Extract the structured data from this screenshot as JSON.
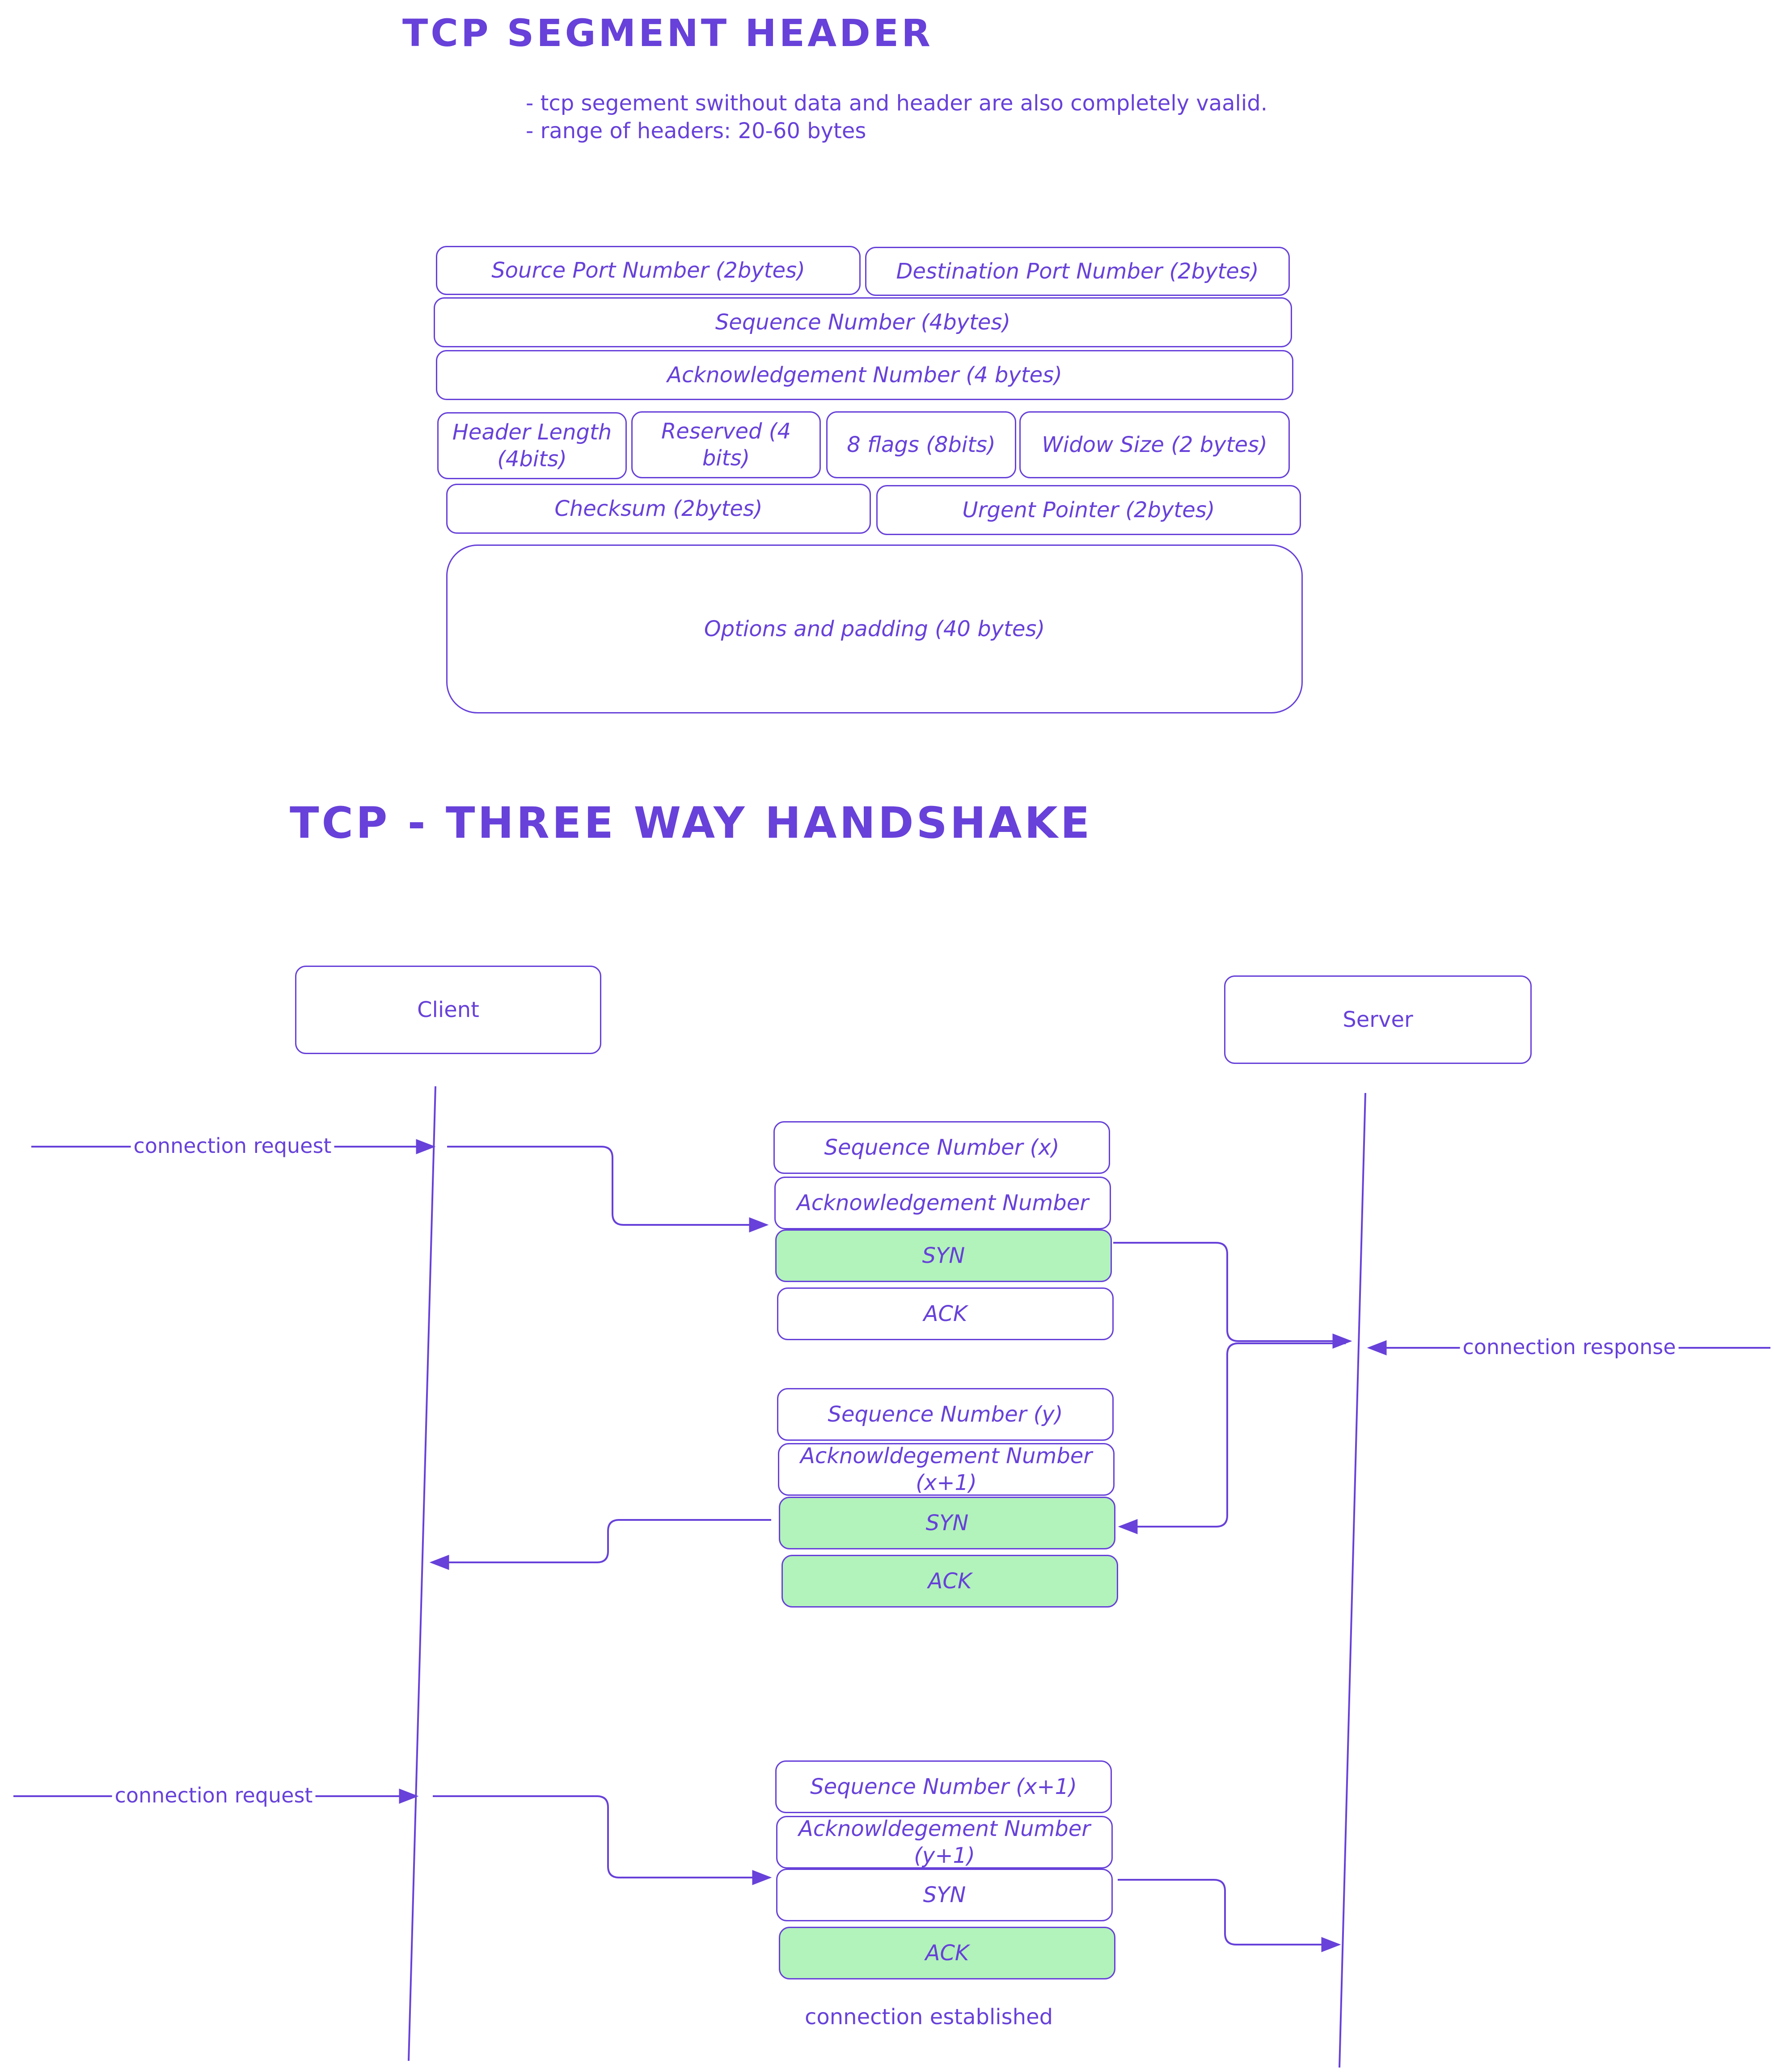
{
  "header_section": {
    "title": "TCP SEGMENT HEADER",
    "notes": [
      "- tcp segement swithout data and header are also completely vaalid.",
      "- range of headers: 20-60 bytes"
    ],
    "fields": {
      "source_port": "Source Port Number (2bytes)",
      "destination_port": "Destination Port Number (2bytes)",
      "sequence_number": "Sequence Number (4bytes)",
      "acknowledgement_number": "Acknowledgement Number (4 bytes)",
      "header_length": "Header Length (4bits)",
      "reserved": "Reserved (4 bits)",
      "flags": "8 flags (8bits)",
      "window_size": "Widow Size (2 bytes)",
      "checksum": "Checksum (2bytes)",
      "urgent_pointer": "Urgent Pointer (2bytes)",
      "options": "Options and padding (40 bytes)"
    }
  },
  "handshake_section": {
    "title": "TCP - THREE WAY HANDSHAKE",
    "client_label": "Client",
    "server_label": "Server",
    "steps": [
      {
        "input_label": "connection request",
        "fields": {
          "sequence": "Sequence Number (x)",
          "acknowledgement": "Acknowledgement Number",
          "syn": "SYN",
          "ack": "ACK"
        },
        "syn_set": true,
        "ack_set": false
      },
      {
        "input_label": "connection response",
        "fields": {
          "sequence": "Sequence Number (y)",
          "acknowledgement": "Acknowldegement Number (x+1)",
          "syn": "SYN",
          "ack": "ACK"
        },
        "syn_set": true,
        "ack_set": true
      },
      {
        "input_label": "connection request",
        "fields": {
          "sequence": "Sequence Number (x+1)",
          "acknowledgement": "Acknowldegement Number (y+1)",
          "syn": "SYN",
          "ack": "ACK"
        },
        "syn_set": false,
        "ack_set": true
      }
    ],
    "footer": "connection established"
  },
  "colors": {
    "stroke": "#6741d9",
    "flag_set_fill": "#b2f2bb",
    "background": "#ffffff"
  }
}
